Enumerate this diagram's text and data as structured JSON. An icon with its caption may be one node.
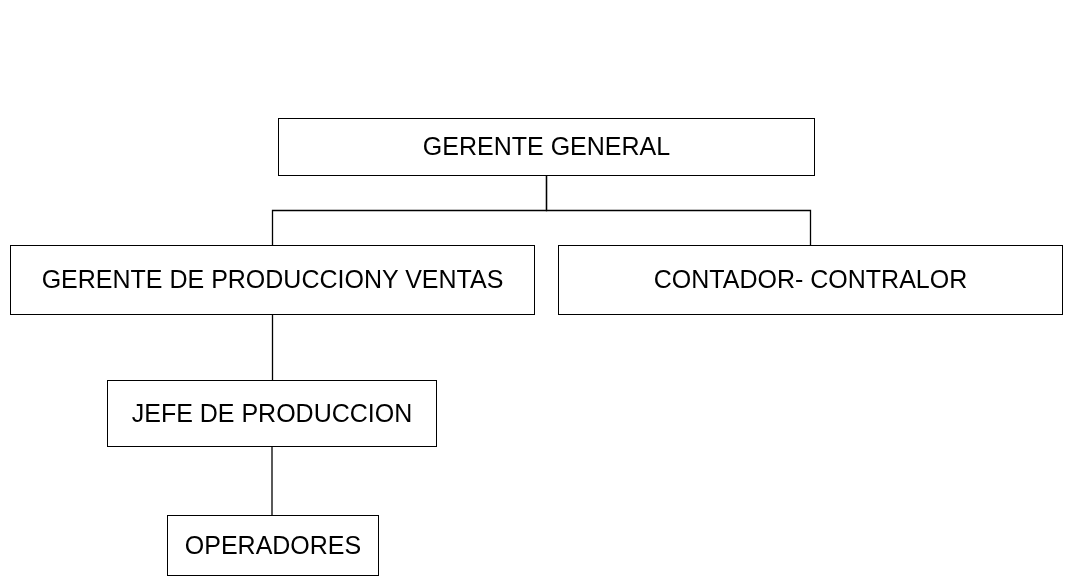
{
  "diagram": {
    "nodes": [
      {
        "text": [
          "GERENTE GENERAL"
        ]
      },
      {
        "text": [
          "GERENTE DE PRODUCCIONY VENTAS"
        ]
      },
      {
        "text": [
          "CONTADOR- CONTRALOR"
        ]
      },
      {
        "text": [
          "JEFE DE PRODUCCION"
        ]
      },
      {
        "text": [
          "OPERADORES"
        ]
      }
    ],
    "edges": [
      {
        "from": 0,
        "to": 1,
        "arrow": "none"
      },
      {
        "from": 0,
        "to": 2,
        "arrow": "none"
      },
      {
        "from": 1,
        "to": 3,
        "arrow": "none"
      },
      {
        "from": 3,
        "to": 4,
        "arrow": "none"
      }
    ]
  }
}
